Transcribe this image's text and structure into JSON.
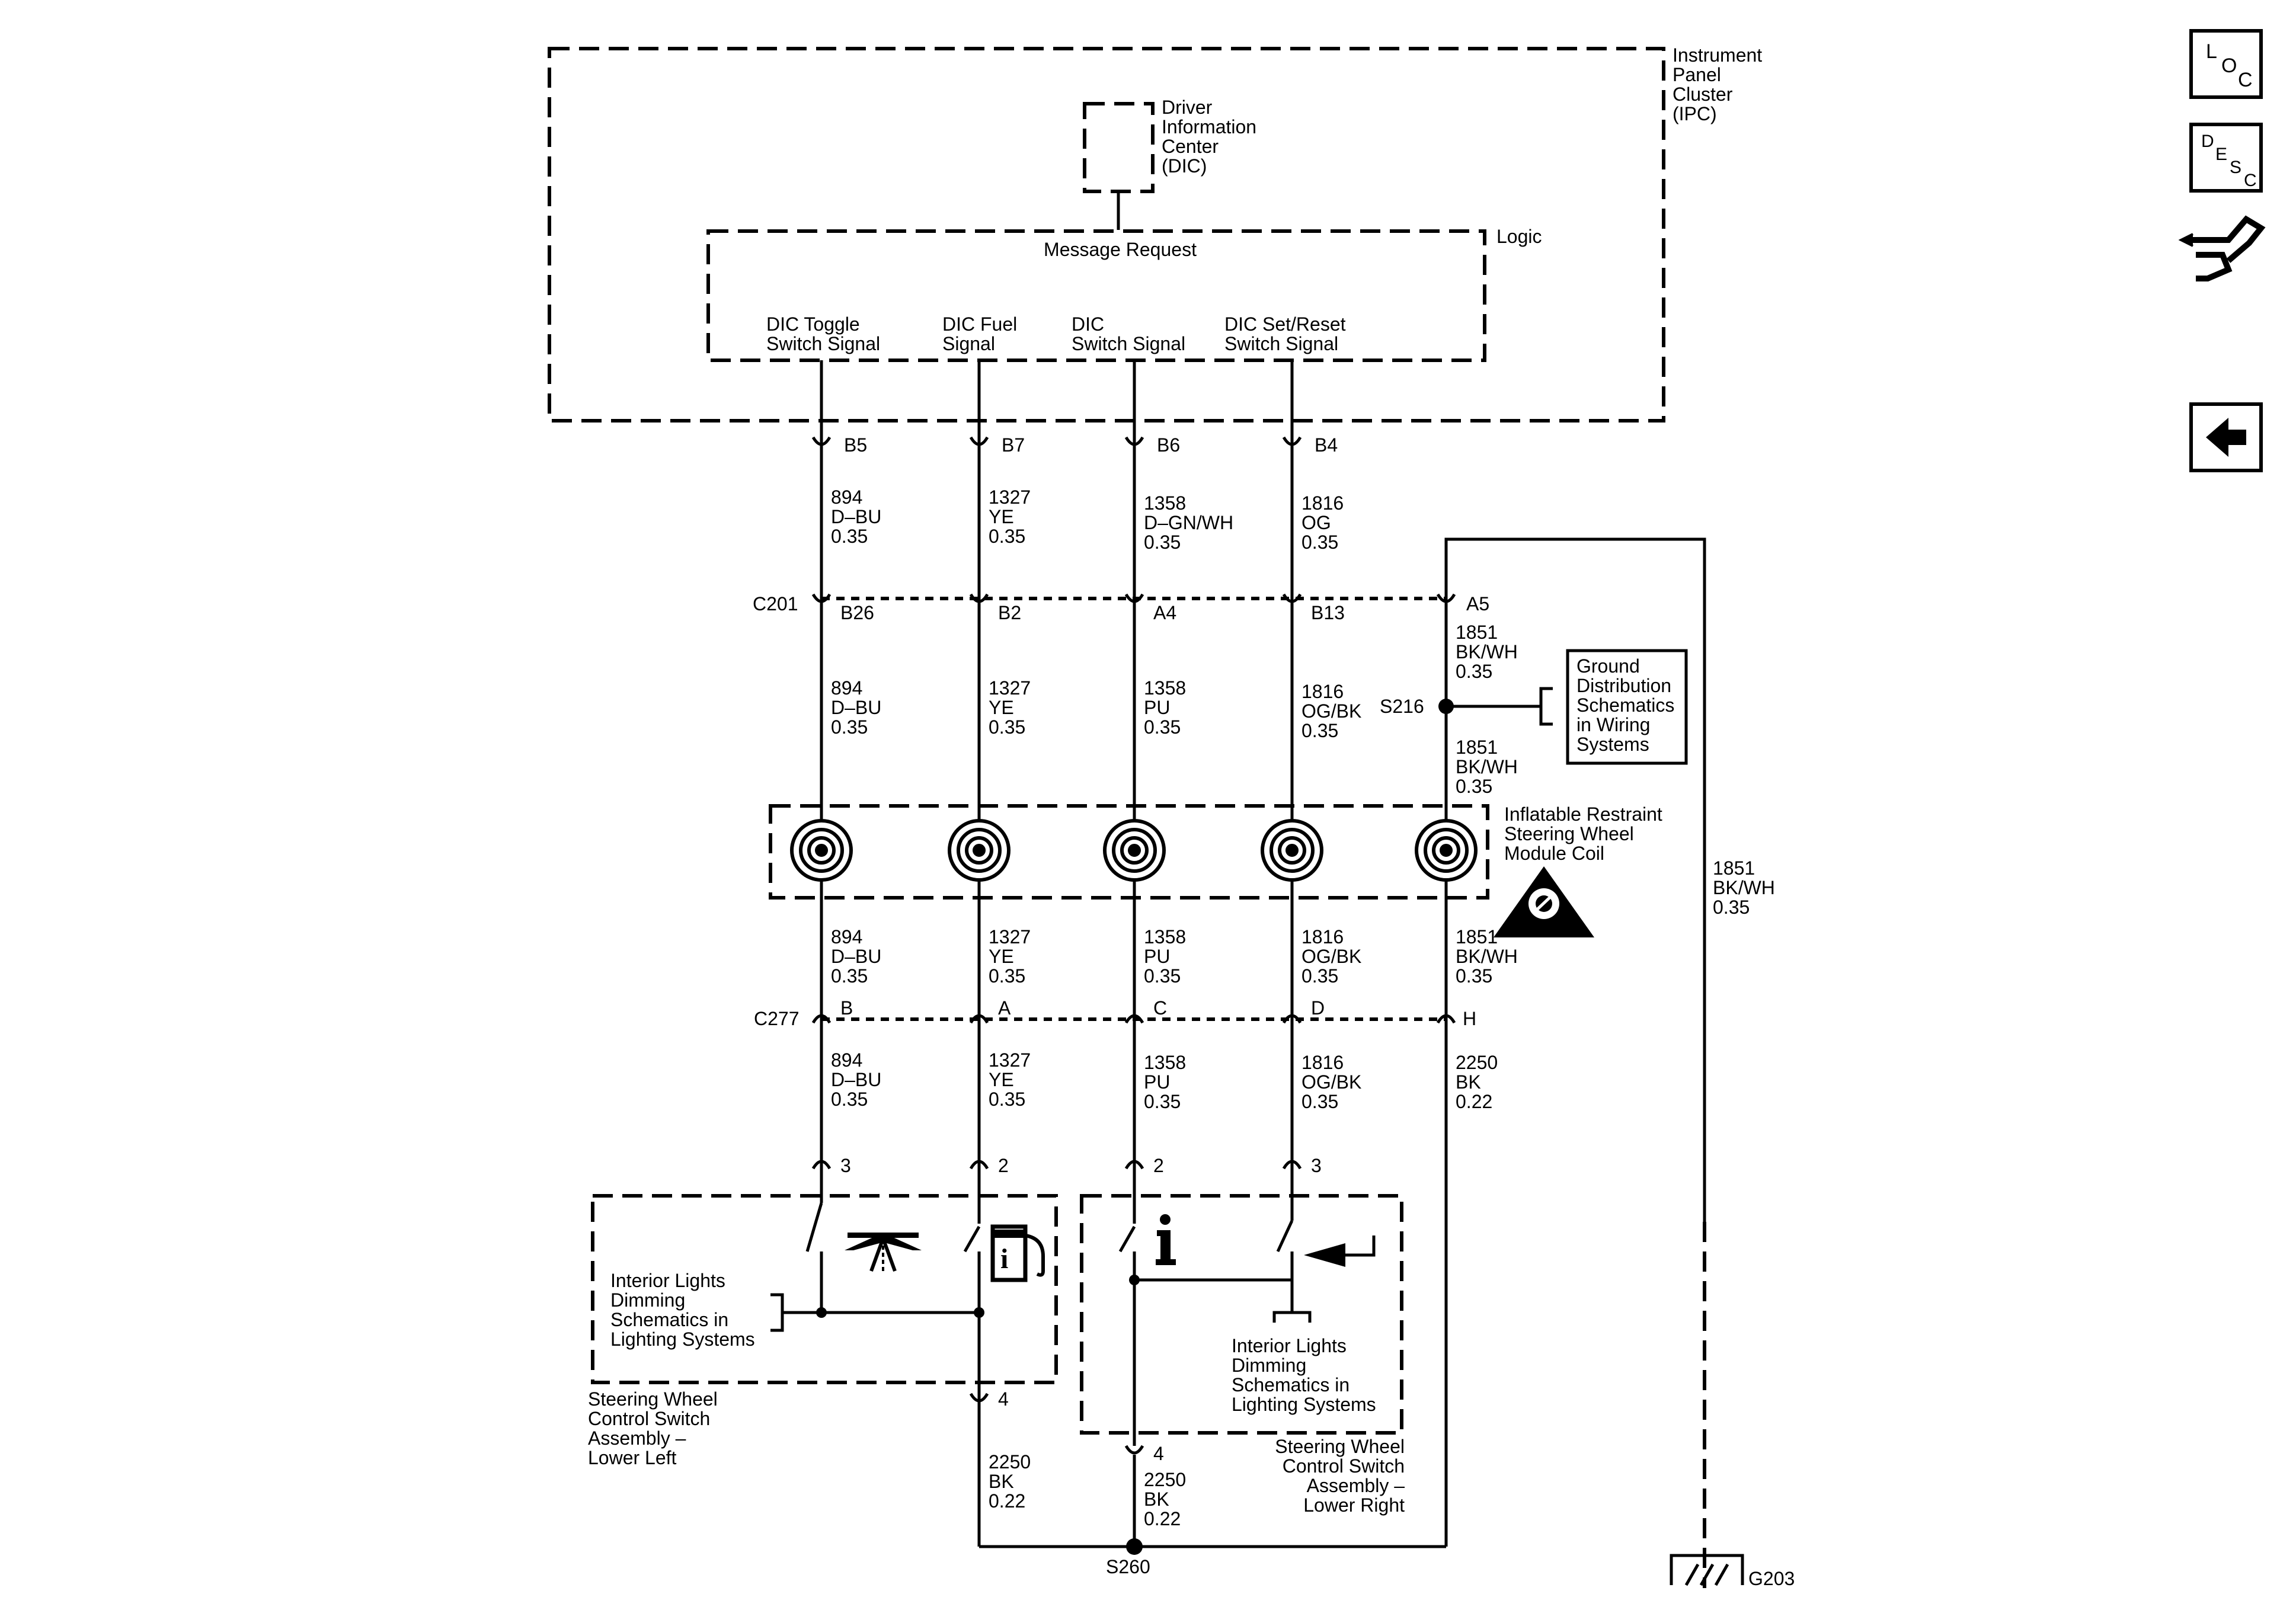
{
  "ipc": {
    "label": [
      "Instrument",
      "Panel",
      "Cluster",
      "(IPC)"
    ],
    "dic_label": [
      "Driver",
      "Information",
      "Center",
      "(DIC)"
    ],
    "logic_label": "Logic",
    "message_request": "Message Request",
    "signals": [
      [
        "DIC Toggle",
        "Switch Signal"
      ],
      [
        "DIC Fuel",
        "Signal"
      ],
      [
        "DIC",
        "Switch Signal"
      ],
      [
        "DIC Set/Reset",
        "Switch Signal"
      ]
    ]
  },
  "wires": [
    {
      "ipc_pin": "B5",
      "c201_pin": "B26",
      "c277_pin": "B",
      "switch_pin": "3",
      "seg1": [
        "894",
        "D–BU",
        "0.35"
      ],
      "seg2": [
        "894",
        "D–BU",
        "0.35"
      ],
      "seg3": [
        "894",
        "D–BU",
        "0.35"
      ],
      "seg4": [
        "894",
        "D–BU",
        "0.35"
      ]
    },
    {
      "ipc_pin": "B7",
      "c201_pin": "B2",
      "c277_pin": "A",
      "switch_pin": "2",
      "seg1": [
        "1327",
        "YE",
        "0.35"
      ],
      "seg2": [
        "1327",
        "YE",
        "0.35"
      ],
      "seg3": [
        "1327",
        "YE",
        "0.35"
      ],
      "seg4": [
        "1327",
        "YE",
        "0.35"
      ]
    },
    {
      "ipc_pin": "B6",
      "c201_pin": "A4",
      "c277_pin": "C",
      "switch_pin": "2",
      "seg1": [
        "1358",
        "D–GN/WH",
        "0.35"
      ],
      "seg2": [
        "1358",
        "PU",
        "0.35"
      ],
      "seg3": [
        "1358",
        "PU",
        "0.35"
      ],
      "seg4": [
        "1358",
        "PU",
        "0.35"
      ]
    },
    {
      "ipc_pin": "B4",
      "c201_pin": "B13",
      "c277_pin": "D",
      "switch_pin": "3",
      "seg1": [
        "1816",
        "OG",
        "0.35"
      ],
      "seg2": [
        "1816",
        "OG/BK",
        "0.35"
      ],
      "seg3": [
        "1816",
        "OG/BK",
        "0.35"
      ],
      "seg4": [
        "1816",
        "OG/BK",
        "0.35"
      ]
    }
  ],
  "ground_circuit": {
    "c201_pin": "A5",
    "seg_a": [
      "1851",
      "BK/WH",
      "0.35"
    ],
    "splice": "S216",
    "seg_b": [
      "1851",
      "BK/WH",
      "0.35"
    ],
    "seg_c": [
      "1851",
      "BK/WH",
      "0.35"
    ],
    "c277_pin": "H",
    "seg_d": [
      "2250",
      "BK",
      "0.22"
    ],
    "ground_ref": [
      "Ground",
      "Distribution",
      "Schematics",
      "in Wiring",
      "Systems"
    ],
    "outer_wire": [
      "1851",
      "BK/WH",
      "0.35"
    ],
    "ground_point": "G203"
  },
  "connectors": {
    "c201": "C201",
    "c277": "C277"
  },
  "coil_label": [
    "Inflatable Restraint",
    "Steering Wheel",
    "Module Coil"
  ],
  "left_switch": {
    "ref": [
      "Interior Lights",
      "Dimming",
      "Schematics in",
      "Lighting Systems"
    ],
    "name": [
      "Steering Wheel",
      "Control Switch",
      "Assembly –",
      "Lower Left"
    ],
    "ground_pin": "4",
    "ground_wire": [
      "2250",
      "BK",
      "0.22"
    ]
  },
  "right_switch": {
    "ref": [
      "Interior Lights",
      "Dimming",
      "Schematics in",
      "Lighting Systems"
    ],
    "name": [
      "Steering Wheel",
      "Control Switch",
      "Assembly –",
      "Lower Right"
    ],
    "ground_pin": "4",
    "ground_wire": [
      "2250",
      "BK",
      "0.22"
    ]
  },
  "splice_s260": "S260",
  "nav": {
    "loc": [
      "L",
      "O",
      "C"
    ],
    "desc": [
      "D",
      "E",
      "S",
      "C"
    ]
  }
}
